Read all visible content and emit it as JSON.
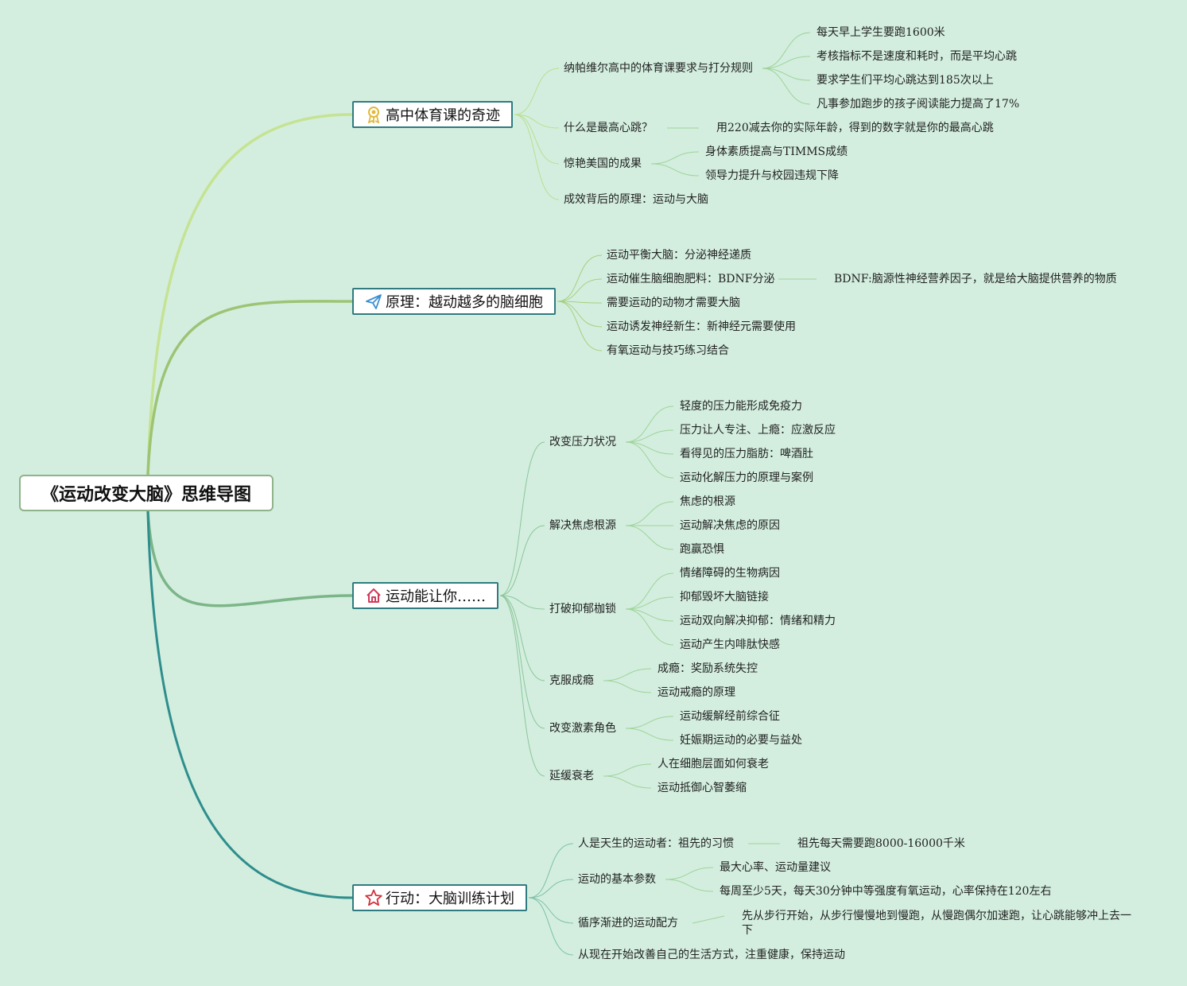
{
  "title": "《运动改变大脑》思维导图",
  "colors": {
    "background": "#d3eedf",
    "branch1": "#c5e392",
    "branch2": "#9cc474",
    "branch3": "#7cb587",
    "branch4": "#2e8e8d",
    "box_border": "#2f7b80"
  },
  "branches": [
    {
      "label": "高中体育课的奇迹",
      "icon": "award-ribbon-icon",
      "children": [
        {
          "label": "纳帕维尔高中的体育课要求与打分规则",
          "children": [
            {
              "label": "每天早上学生要跑1600米"
            },
            {
              "label": "考核指标不是速度和耗时，而是平均心跳"
            },
            {
              "label": "要求学生们平均心跳达到185次以上"
            },
            {
              "label": "凡事参加跑步的孩子阅读能力提高了17%"
            }
          ]
        },
        {
          "label": "什么是最高心跳？",
          "children": [
            {
              "label": "用220减去你的实际年龄，得到的数字就是你的最高心跳"
            }
          ]
        },
        {
          "label": "惊艳美国的成果",
          "children": [
            {
              "label": "身体素质提高与TIMMS成绩"
            },
            {
              "label": "领导力提升与校园违规下降"
            }
          ]
        },
        {
          "label": "成效背后的原理：运动与大脑"
        }
      ]
    },
    {
      "label": "原理：越动越多的脑细胞",
      "icon": "paper-plane-icon",
      "children": [
        {
          "label": "运动平衡大脑：分泌神经递质"
        },
        {
          "label": "运动催生脑细胞肥料：BDNF分泌",
          "children": [
            {
              "label": "BDNF:脑源性神经营养因子，就是给大脑提供营养的物质"
            }
          ]
        },
        {
          "label": "需要运动的动物才需要大脑"
        },
        {
          "label": "运动诱发神经新生：新神经元需要使用"
        },
        {
          "label": "有氧运动与技巧练习结合"
        }
      ]
    },
    {
      "label": "运动能让你……",
      "icon": "home-icon",
      "children": [
        {
          "label": "改变压力状况",
          "children": [
            {
              "label": "轻度的压力能形成免疫力"
            },
            {
              "label": "压力让人专注、上瘾：应激反应"
            },
            {
              "label": "看得见的压力脂肪：啤酒肚"
            },
            {
              "label": "运动化解压力的原理与案例"
            }
          ]
        },
        {
          "label": "解决焦虑根源",
          "children": [
            {
              "label": "焦虑的根源"
            },
            {
              "label": "运动解决焦虑的原因"
            },
            {
              "label": "跑赢恐惧"
            }
          ]
        },
        {
          "label": "打破抑郁枷锁",
          "children": [
            {
              "label": "情绪障碍的生物病因"
            },
            {
              "label": "抑郁毁坏大脑链接"
            },
            {
              "label": "运动双向解决抑郁：情绪和精力"
            },
            {
              "label": "运动产生内啡肽快感"
            }
          ]
        },
        {
          "label": "克服成瘾",
          "children": [
            {
              "label": "成瘾：奖励系统失控"
            },
            {
              "label": "运动戒瘾的原理"
            }
          ]
        },
        {
          "label": "改变激素角色",
          "children": [
            {
              "label": "运动缓解经前综合征"
            },
            {
              "label": "妊娠期运动的必要与益处"
            }
          ]
        },
        {
          "label": "延缓衰老",
          "children": [
            {
              "label": "人在细胞层面如何衰老"
            },
            {
              "label": "运动抵御心智萎缩"
            }
          ]
        }
      ]
    },
    {
      "label": "行动：大脑训练计划",
      "icon": "star-icon",
      "children": [
        {
          "label": "人是天生的运动者：祖先的习惯",
          "children": [
            {
              "label": "祖先每天需要跑8000-16000千米"
            }
          ]
        },
        {
          "label": "运动的基本参数",
          "children": [
            {
              "label": "最大心率、运动量建议"
            },
            {
              "label": "每周至少5天，每天30分钟中等强度有氧运动，心率保持在120左右"
            }
          ]
        },
        {
          "label": "循序渐进的运动配方",
          "children": [
            {
              "label": "先从步行开始，从步行慢慢地到慢跑，从慢跑偶尔加速跑，让心跳能够冲上去一下"
            }
          ]
        },
        {
          "label": "从现在开始改善自己的生活方式，注重健康，保持运动"
        }
      ]
    }
  ]
}
